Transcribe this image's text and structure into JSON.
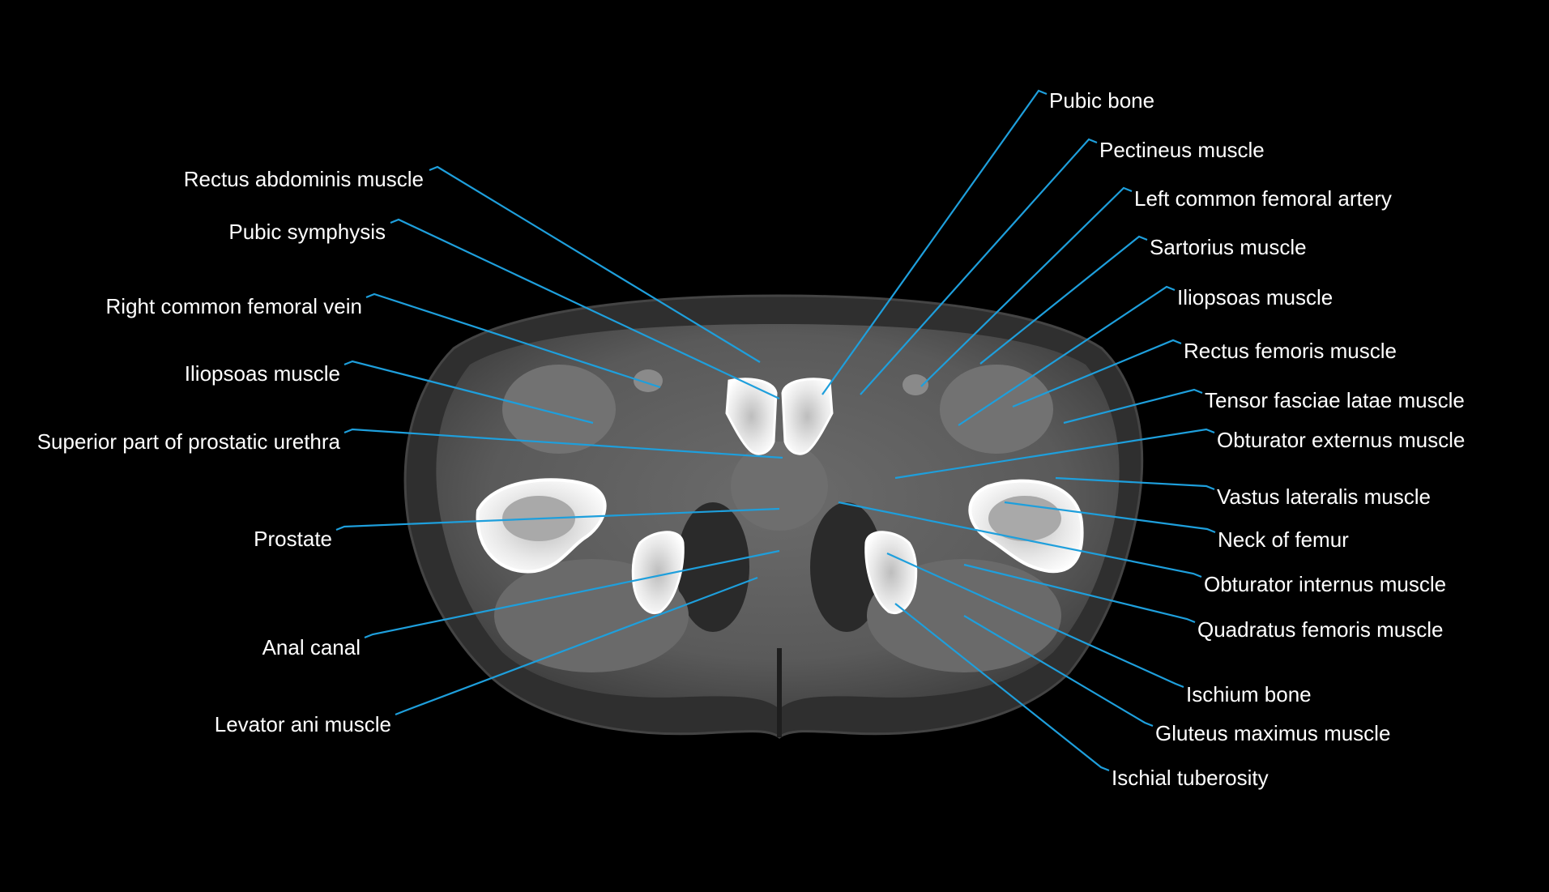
{
  "colors": {
    "background": "#000000",
    "leader_line": "#1e9fdc",
    "label_text": "#ffffff"
  },
  "left_labels": [
    "Rectus abdominis muscle",
    "Pubic symphysis",
    "Right common femoral vein",
    "Iliopsoas muscle",
    "Superior part of prostatic urethra",
    "Prostate",
    "Anal canal",
    "Levator ani muscle"
  ],
  "right_labels": [
    "Pubic bone",
    "Pectineus muscle",
    "Left common femoral artery",
    "Sartorius muscle",
    "Iliopsoas muscle",
    "Rectus femoris muscle",
    "Tensor fasciae latae muscle",
    "Obturator externus muscle",
    "Vastus lateralis muscle",
    "Neck of femur",
    "Obturator internus muscle",
    "Quadratus femoris muscle",
    "Ischium bone",
    "Gluteus maximus muscle",
    "Ischial tuberosity"
  ]
}
